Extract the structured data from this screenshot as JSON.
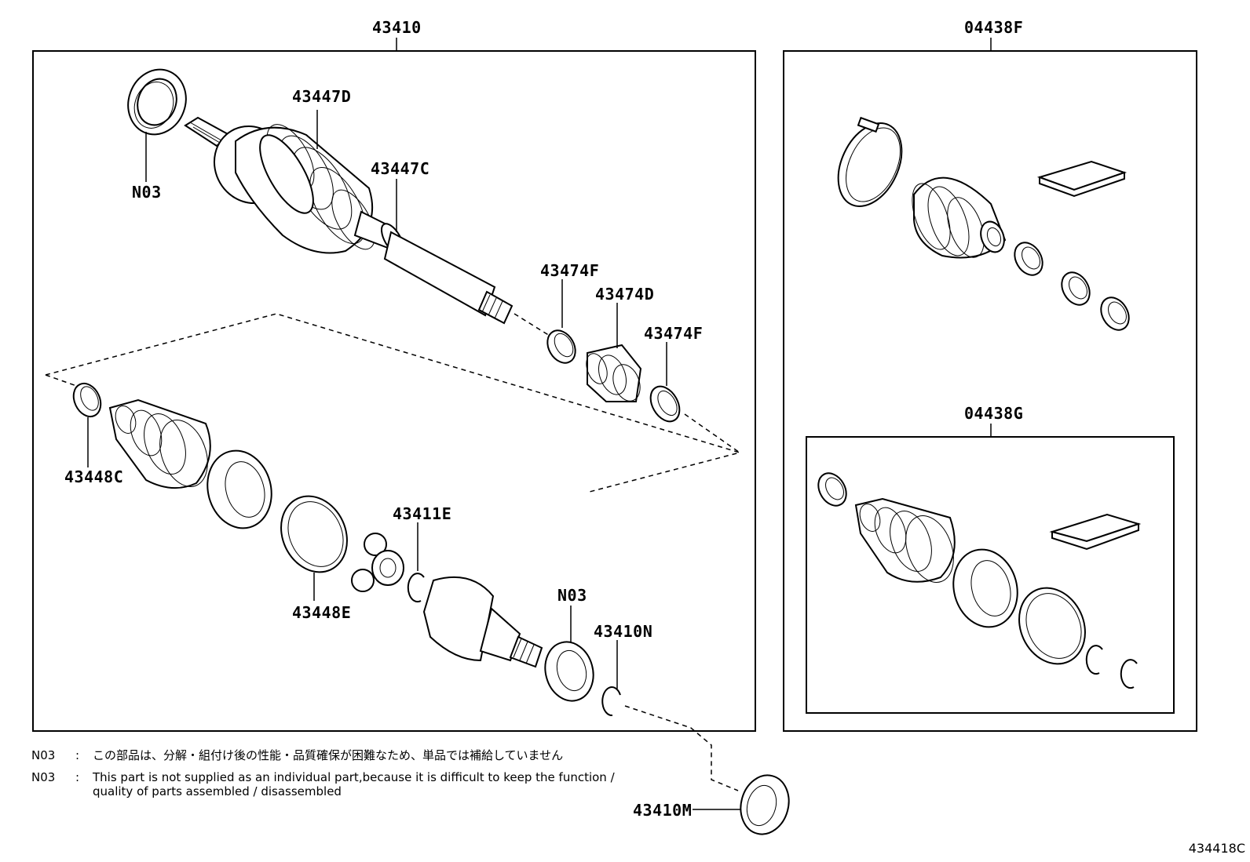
{
  "labels": {
    "assembly": "43410",
    "boot_kit_f": "04438F",
    "boot_kit_g": "04438G",
    "n03_top": "N03",
    "p43447d": "43447D",
    "p43447c": "43447C",
    "p43474f_a": "43474F",
    "p43474d": "43474D",
    "p43474f_b": "43474F",
    "p43448c": "43448C",
    "p43411e": "43411E",
    "p43448e": "43448E",
    "n03_mid": "N03",
    "p43410n": "43410N",
    "p43410m": "43410M"
  },
  "notes": [
    {
      "code": "N03",
      "sep": ":",
      "text": "この部品は、分解・組付け後の性能・品質確保が困難なため、単品では補給していません"
    },
    {
      "code": "N03",
      "sep": ":",
      "text": "This part is not supplied as an individual part,because it is difficult to keep the function /",
      "text2": "quality of parts assembled / disassembled"
    }
  ],
  "figure_ref": "434418C",
  "icons": [
    "drive-shaft",
    "cv-boot",
    "boot-clamp",
    "tripod-joint",
    "snap-ring",
    "oil-seal",
    "grease-pack"
  ]
}
